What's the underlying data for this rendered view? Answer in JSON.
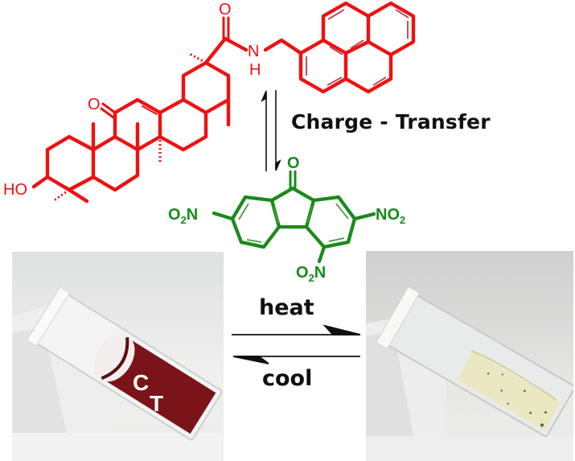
{
  "figure": {
    "caption_label": "Charge - Transfer",
    "equilibrium_arrow": "reversible (vertical)",
    "thermal_process": {
      "forward_label": "heat",
      "reverse_label": "cool"
    }
  },
  "donor_molecule": {
    "name": "pyrene-conjugated glycyrrhetinic acid amide",
    "color": "#ee1111",
    "labels": {
      "ketone_o": "O",
      "amide_o": "O",
      "amide_n": "N",
      "amide_h": "H",
      "hydroxyl": "HO"
    }
  },
  "acceptor_molecule": {
    "name": "2,4,7-trinitro-9-fluorenone",
    "color": "#1a8a1a",
    "labels": {
      "ketone_o": "O",
      "nitro_left": "O2N",
      "nitro_right": "NO2",
      "nitro_bottom": "O2N"
    }
  },
  "photos": {
    "left": {
      "description": "cuvette with dark red charge-transfer gel",
      "overlay_label_c": "C",
      "overlay_label_t": "T",
      "gel_color": "#7a1419"
    },
    "right": {
      "description": "cuvette with pale yellow solution after heating",
      "liquid_color": "#e9e8c2"
    }
  }
}
